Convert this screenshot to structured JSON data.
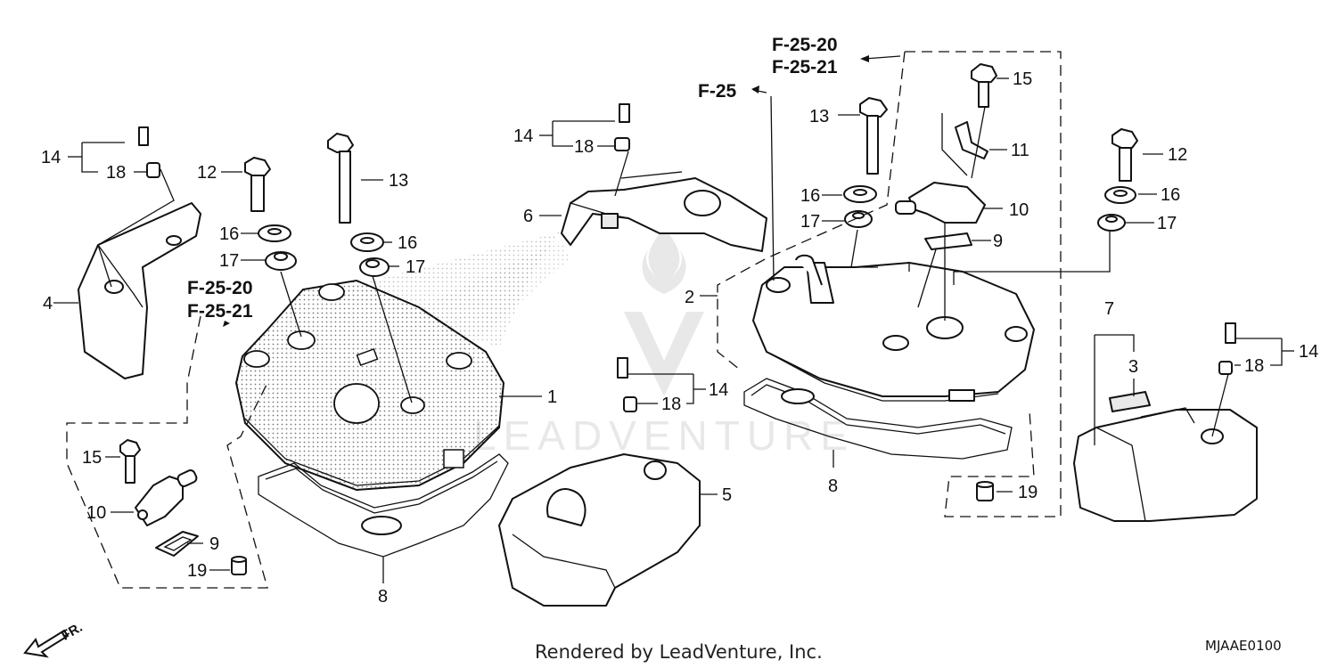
{
  "footer": {
    "rendered_by": "Rendered by LeadVenture, Inc.",
    "diagram_code": "MJAAE0100"
  },
  "direction": {
    "label": "FR."
  },
  "watermark": {
    "text": "LEADVENTURE"
  },
  "references": {
    "f25": "F-25",
    "f25_20": "F-25-20",
    "f25_21": "F-25-21"
  },
  "callouts": {
    "c1": "1",
    "c2": "2",
    "c3": "3",
    "c4": "4",
    "c5": "5",
    "c6": "6",
    "c7": "7",
    "c8_left": "8",
    "c8_right": "8",
    "c9_left": "9",
    "c9_right": "9",
    "c10_left": "10",
    "c10_right": "10",
    "c11": "11",
    "c12_left": "12",
    "c12_right": "12",
    "c13_left": "13",
    "c13_right": "13",
    "c14_a": "14",
    "c14_b": "14",
    "c14_c": "14",
    "c14_d": "14",
    "c15_left": "15",
    "c15_right": "15",
    "c16_left": "16",
    "c16_mid": "16",
    "c16_right": "16",
    "c16_far": "16",
    "c17_left": "17",
    "c17_mid": "17",
    "c17_right": "17",
    "c17_far": "17",
    "c18_a": "18",
    "c18_b": "18",
    "c18_c": "18",
    "c18_d": "18",
    "c19_left": "19",
    "c19_right": "19"
  }
}
